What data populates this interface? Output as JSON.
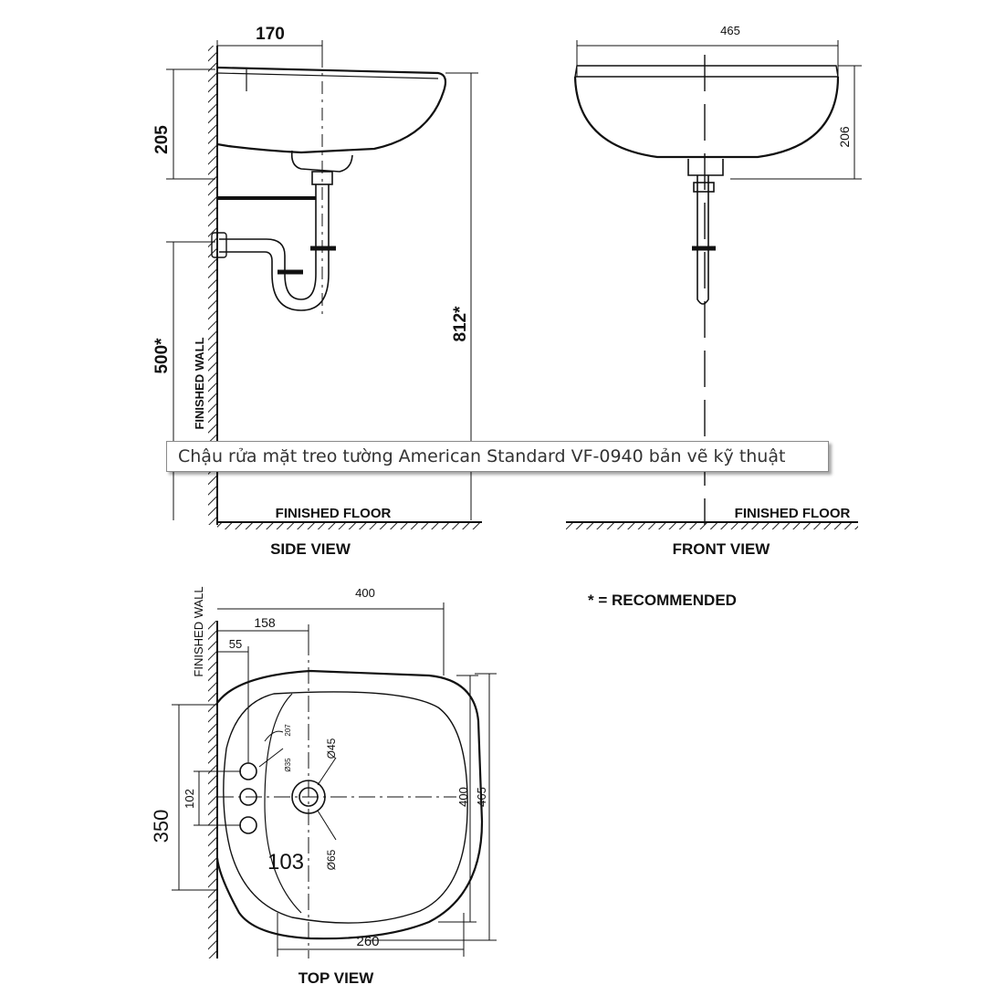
{
  "drawing": {
    "side_view": {
      "title": "SIDE VIEW",
      "dim_depth": "170",
      "dim_height": "205",
      "dim_drain": "500*",
      "dim_rim": "812*",
      "wall_label": "FINISHED WALL",
      "floor_label": "FINISHED FLOOR"
    },
    "front_view": {
      "title": "FRONT VIEW",
      "dim_width": "465",
      "dim_height": "206",
      "floor_label": "FINISHED FLOOR"
    },
    "top_view": {
      "title": "TOP VIEW",
      "wall_label": "FINISHED WALL",
      "dim_400_top": "400",
      "dim_158": "158",
      "dim_55": "55",
      "dim_102": "102",
      "dim_350": "350",
      "dim_103": "103",
      "dim_260": "260",
      "dim_400_side": "400",
      "dim_465_side": "465",
      "dia_45": "Ø45",
      "dia_65": "Ø65",
      "dia_35": "Ø35",
      "dim_207": "207"
    },
    "legend": "* = RECOMMENDED"
  },
  "tooltip": {
    "text": "Chậu rửa mặt treo tường American Standard VF-0940 bản vẽ kỹ thuật"
  }
}
